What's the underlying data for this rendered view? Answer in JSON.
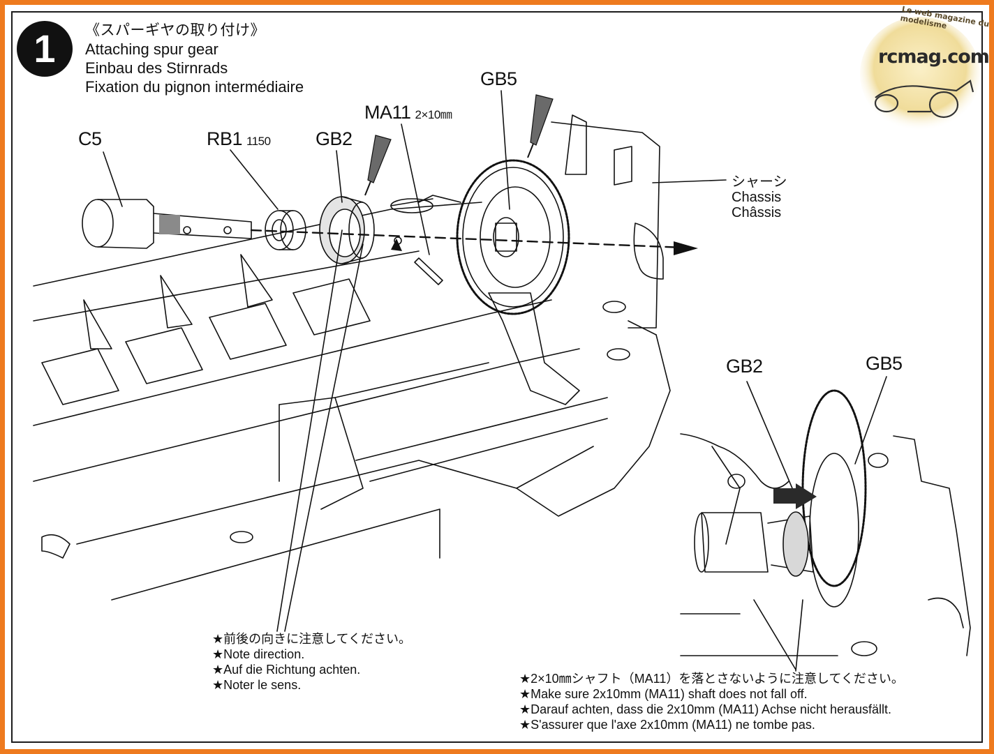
{
  "step": {
    "number": "1",
    "title_jp": "《スパーギヤの取り付け》",
    "title_en": "Attaching spur gear",
    "title_de": "Einbau des Stirnrads",
    "title_fr": "Fixation du pignon intermédiaire"
  },
  "parts": {
    "c5": "C5",
    "rb1": "RB1",
    "rb1_code": "1150",
    "gb2": "GB2",
    "ma11": "MA11",
    "ma11_size": "2×10㎜",
    "gb5": "GB5"
  },
  "chassis": {
    "jp": "シャーシ",
    "en": "Chassis",
    "fr": "Châssis"
  },
  "inset": {
    "gb2": "GB2",
    "gb5": "GB5"
  },
  "note_direction": {
    "jp": "前後の向きに注意してください。",
    "en": "Note direction.",
    "de": "Auf die Richtung achten.",
    "fr": "Noter le sens."
  },
  "note_shaft": {
    "jp": "2×10㎜シャフト（MA11）を落とさないように注意してください。",
    "en": "Make sure 2x10mm (MA11) shaft does not fall off.",
    "de": "Darauf achten, dass die 2x10mm (MA11) Achse nicht herausfällt.",
    "fr": "S'assurer que l'axe 2x10mm (MA11) ne tombe pas."
  },
  "watermark": {
    "site": "rcmag.com",
    "tagline": "Le web magazine du modelisme"
  },
  "colors": {
    "frame": "#ee7a1e",
    "ink": "#111111"
  }
}
